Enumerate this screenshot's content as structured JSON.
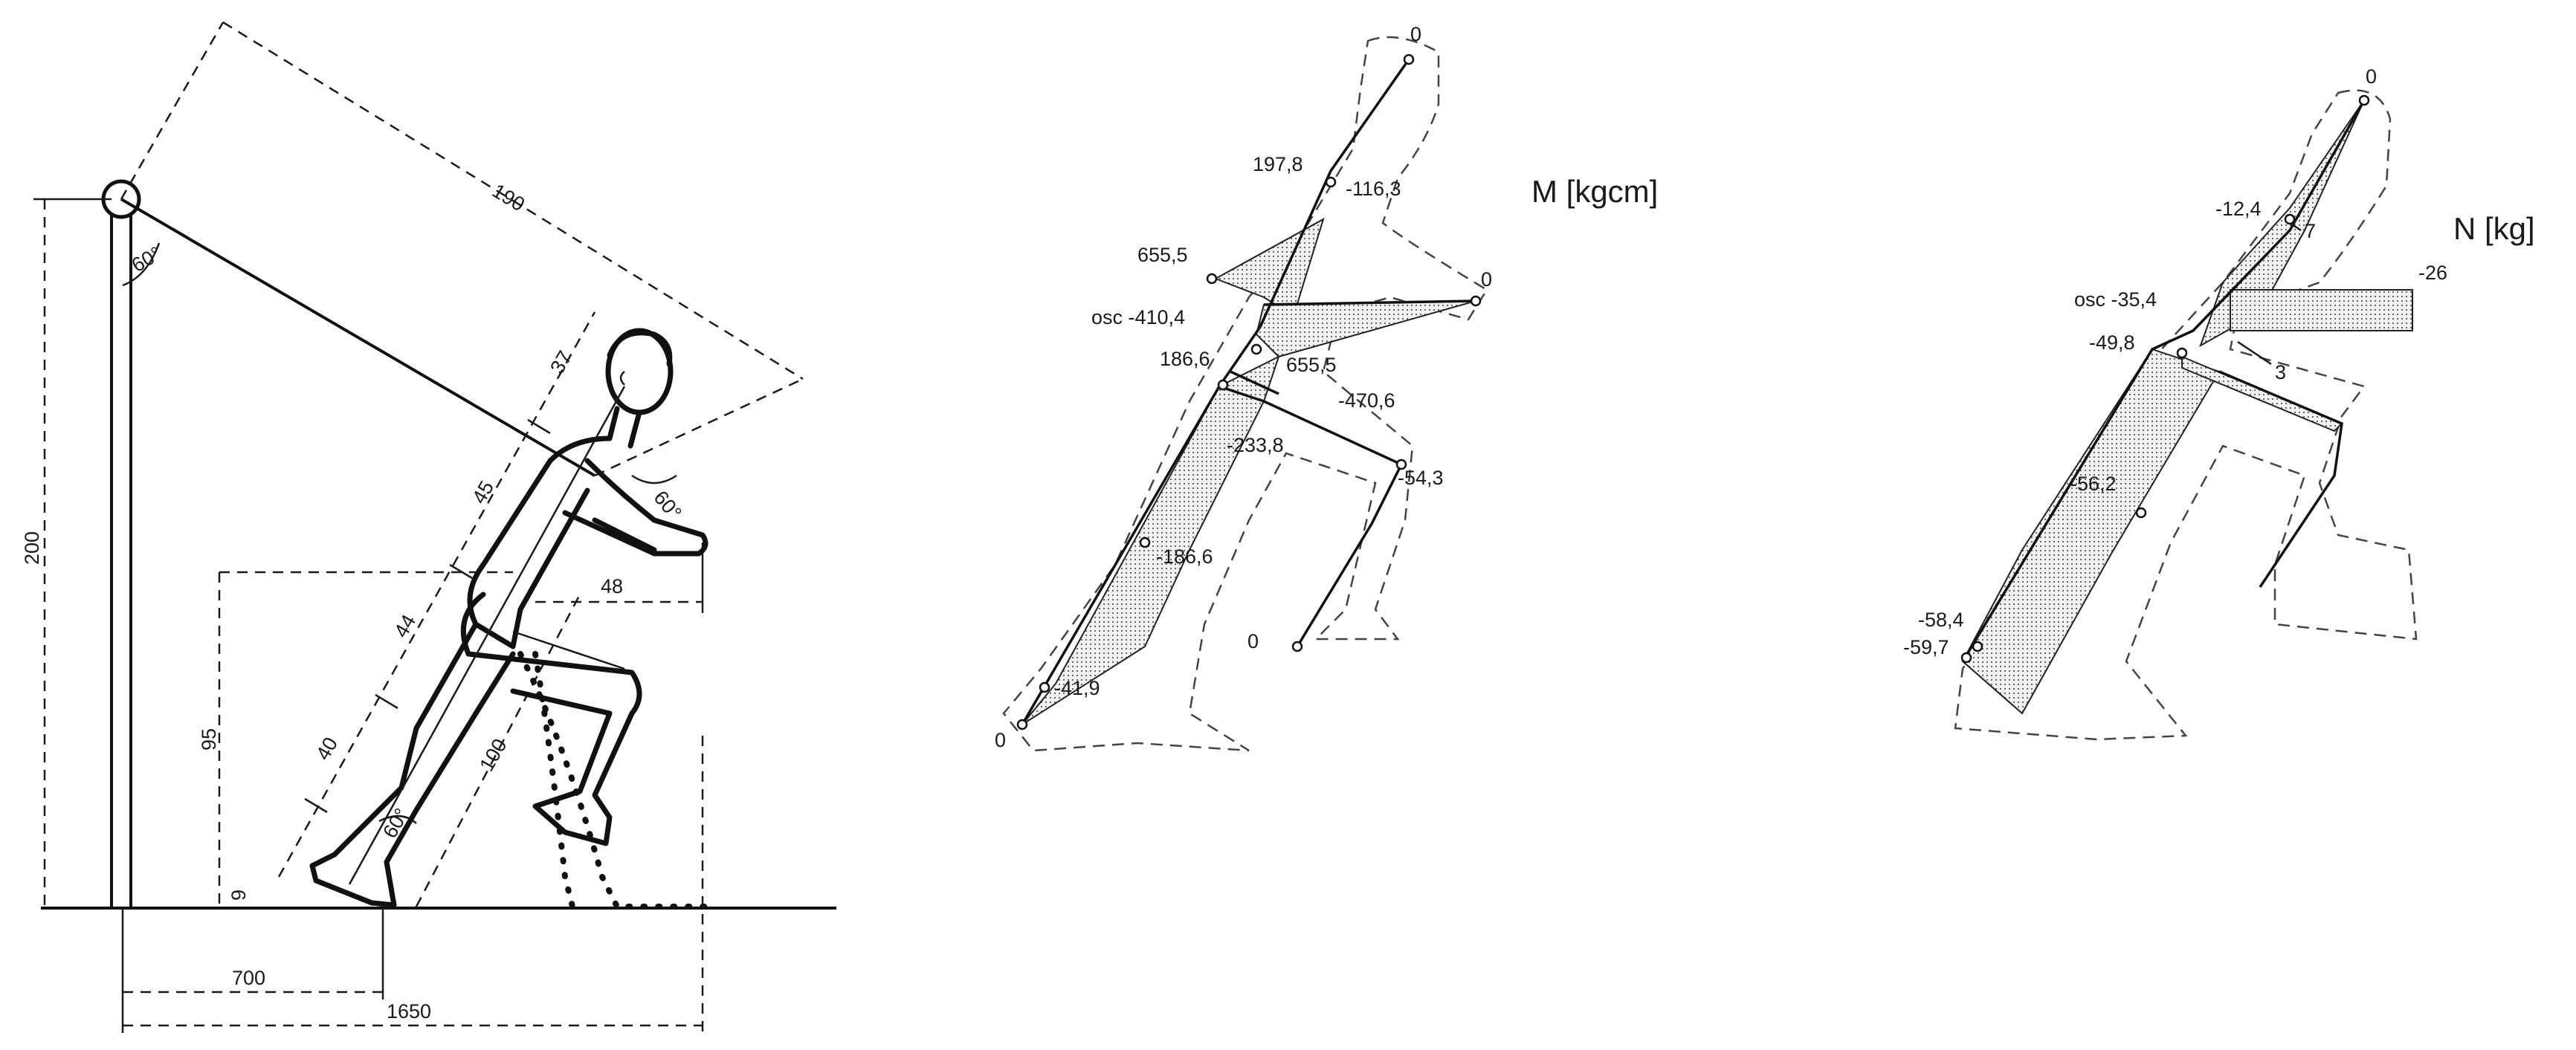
{
  "left_panel": {
    "dimensions": {
      "rope_length": "190",
      "pole_height": "200",
      "hip_height": "95",
      "foot_offset": "9",
      "head_seg": "37",
      "torso_upper": "45",
      "torso_lower": "44",
      "shin_seg": "40",
      "knee_height": "100",
      "forearm": "48",
      "dist_700": "700",
      "dist_1650": "1650"
    },
    "angles": {
      "pole_angle": "60°",
      "arm_angle": "60°",
      "foot_angle": "60°"
    }
  },
  "moment_panel": {
    "title": "M [kgcm]",
    "labels": {
      "head_zero": "0",
      "m1": "197,8",
      "m2": "-116,3",
      "m3": "655,5",
      "osc": "osc -410,4",
      "m4": "186,6",
      "m5": "655,5",
      "m6": "-470,6",
      "m7": "-233,8",
      "m8": "-54,3",
      "m9": "-186,6",
      "m10": "-41,9",
      "arm_zero": "0",
      "foot_zero": "0",
      "leg_zero": "0"
    }
  },
  "normal_panel": {
    "title": "N [kg]",
    "labels": {
      "head_zero": "0",
      "n1": "-12,4",
      "n2": "7",
      "n3": "-26",
      "osc": "osc -35,4",
      "n4": "-49,8",
      "n5": "3",
      "n6": "-56,2",
      "n7": "-58,4",
      "n8": "-59,7"
    }
  }
}
